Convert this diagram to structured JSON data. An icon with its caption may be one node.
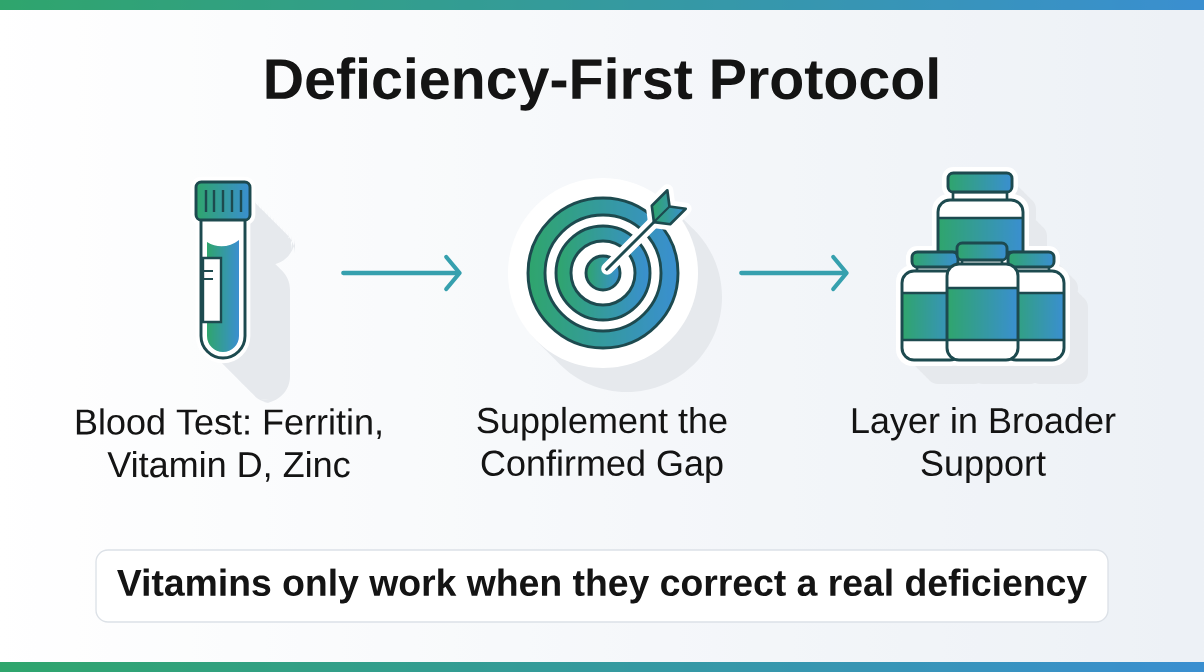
{
  "diagram": {
    "title": "Deficiency-First Protocol",
    "nodes": [
      {
        "text": [
          "Blood Test: Ferritin, Vitamin D, Zinc"
        ]
      },
      {
        "text": [
          "Supplement the Confirmed Gap"
        ]
      },
      {
        "text": [
          "Layer in Broader Support"
        ]
      },
      {
        "text": [
          "Vitamins only work when they correct a real deficiency"
        ]
      }
    ],
    "edges": [
      {
        "from": 0,
        "to": 1,
        "arrow": "to"
      },
      {
        "from": 1,
        "to": 2,
        "arrow": "to"
      }
    ]
  }
}
